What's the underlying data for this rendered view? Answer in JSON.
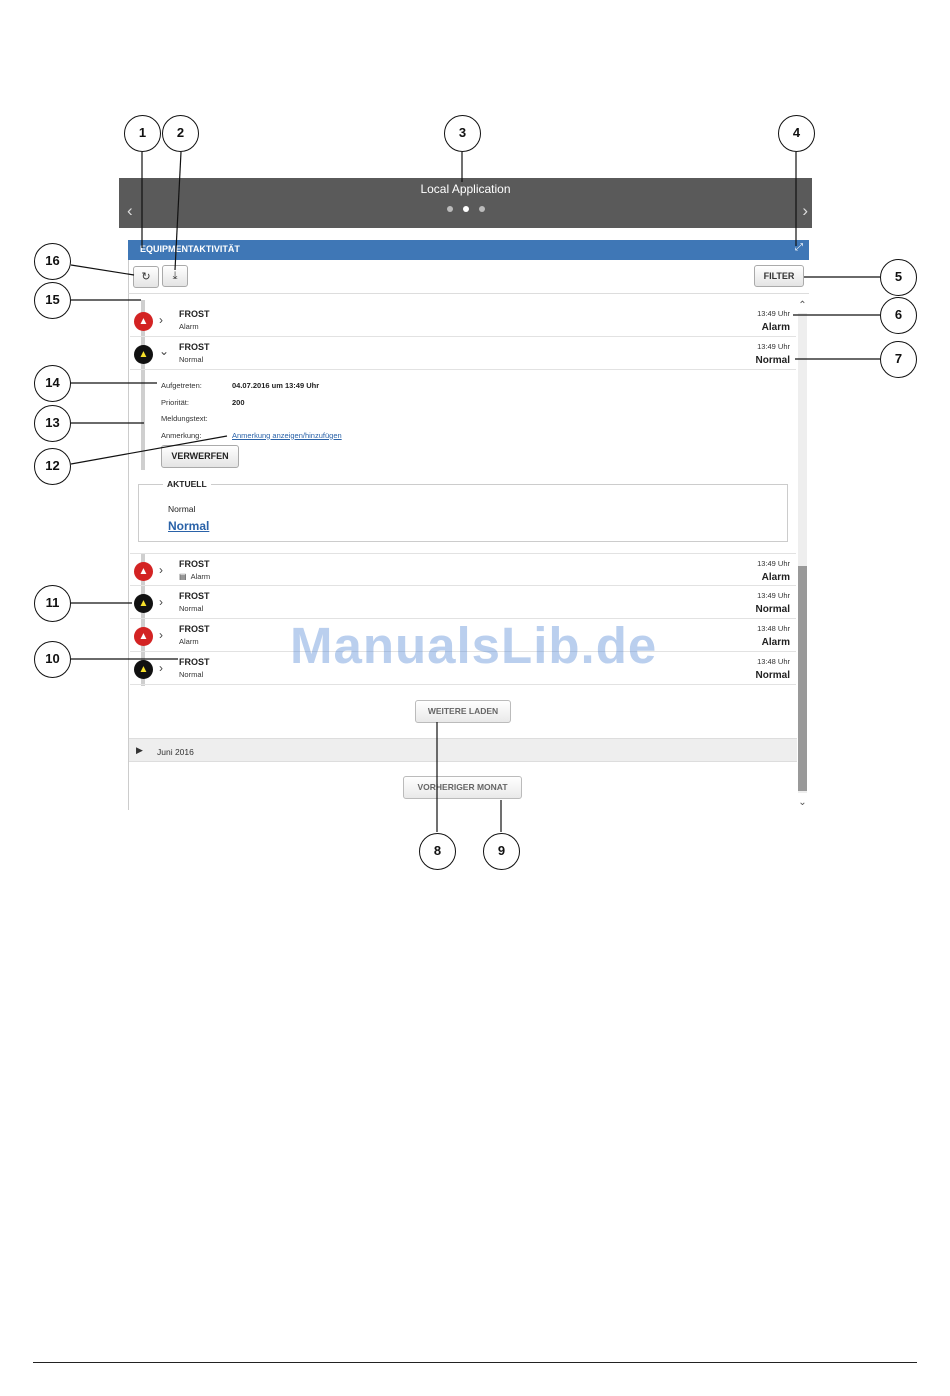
{
  "banner": {
    "title": "Local Application",
    "dots": 3,
    "active_dot": 2,
    "prev_icon": "chevron-left-icon",
    "next_icon": "chevron-right-icon"
  },
  "panel": {
    "title": "EQUIPMENTAKTIVITÄT",
    "expand_icon": "expand-icon"
  },
  "toolbar": {
    "refresh_icon": "refresh-icon",
    "download_icon": "download-icon",
    "filter_label": "FILTER"
  },
  "events": [
    {
      "name": "FROST",
      "state_small": "Alarm",
      "time": "13:49 Uhr",
      "state_large": "Alarm",
      "severity": "alarm",
      "expanded": false
    },
    {
      "name": "FROST",
      "state_small": "Normal",
      "time": "13:49 Uhr",
      "state_large": "Normal",
      "severity": "normal",
      "expanded": true
    },
    {
      "name": "FROST",
      "state_small": "Alarm",
      "time": "13:49 Uhr",
      "state_large": "Alarm",
      "severity": "alarm",
      "has_note": true
    },
    {
      "name": "FROST",
      "state_small": "Normal",
      "time": "13:49 Uhr",
      "state_large": "Normal",
      "severity": "normal"
    },
    {
      "name": "FROST",
      "state_small": "Alarm",
      "time": "13:48 Uhr",
      "state_large": "Alarm",
      "severity": "alarm"
    },
    {
      "name": "FROST",
      "state_small": "Normal",
      "time": "13:48 Uhr",
      "state_large": "Normal",
      "severity": "normal"
    }
  ],
  "details": {
    "occurred_label": "Aufgetreten:",
    "occurred_value": "04.07.2016 um 13:49 Uhr",
    "priority_label": "Priorität:",
    "priority_value": "200",
    "message_label": "Meldungstext:",
    "note_label": "Anmerkung:",
    "note_link": "Anmerkung anzeigen/hinzufügen",
    "dismiss_label": "VERWERFEN"
  },
  "current": {
    "legend": "AKTUELL",
    "state_text": "Normal",
    "state_link": "Normal"
  },
  "load_more_label": "WEITERE LADEN",
  "month_label": "Juni 2016",
  "prev_month_label": "VORHERIGER MONAT",
  "callouts": [
    "1",
    "2",
    "3",
    "4",
    "5",
    "6",
    "7",
    "8",
    "9",
    "10",
    "11",
    "12",
    "13",
    "14",
    "15",
    "16"
  ],
  "watermark": "ManualsLib.de",
  "colors": {
    "banner": "#5a5a5a",
    "panel_title": "#3f77b6",
    "alarm": "#d32323",
    "normal_bell": "#f7e12b",
    "link": "#2a62a8"
  }
}
